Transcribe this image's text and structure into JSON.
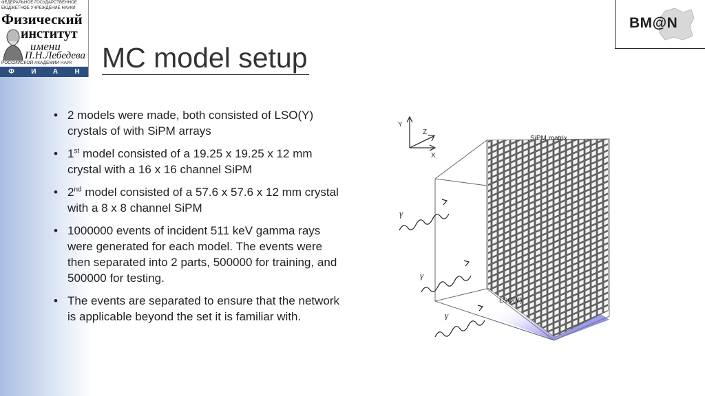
{
  "header": {
    "logo_left": {
      "line1": "ФЕДЕРАЛЬНОЕ ГОСУДАРСТВЕННОЕ",
      "line2": "БЮДЖЕТНОЕ УЧРЕЖДЕНИЕ НАУКИ",
      "name1": "Физический",
      "name2": "институт",
      "name3": "имени",
      "name4": "П.Н.Лебедева",
      "academy": "РОССИЙСКОЙ АКАДЕМИИ НАУК",
      "bar_letters": [
        "Ф",
        "И",
        "А",
        "Н"
      ]
    },
    "logo_right": {
      "text": "BM@N"
    }
  },
  "slide": {
    "title": "MC model setup",
    "bullets": [
      {
        "text": "2 models were made, both consisted of LSO(Y) crystals of with SiPM arrays"
      },
      {
        "prefix": "1",
        "sup": "st",
        "text": " model consisted of a 19.25 x 19.25 x 12 mm crystal with a 16 x 16 channel SiPM"
      },
      {
        "prefix": "2",
        "sup": "nd",
        "text": " model consisted of a 57.6 x 57.6 x 12 mm crystal with a 8 x 8 channel SiPM"
      },
      {
        "text": "1000000 events of incident 511 keV gamma rays were generated for each model. The events were then separated into 2 parts, 500000 for training, and 500000 for testing."
      },
      {
        "text": "The events are separated to ensure that the network is applicable beyond the set it is familiar with."
      }
    ]
  },
  "figure": {
    "axis_y": "Y",
    "axis_z": "Z",
    "axis_x": "X",
    "sipm_label": "SiPM matrix",
    "crystal_label": "LSO(Y)",
    "gamma_label": "γ",
    "colors": {
      "crystal_glow": "#3a35d8",
      "grid": "#555555"
    }
  }
}
